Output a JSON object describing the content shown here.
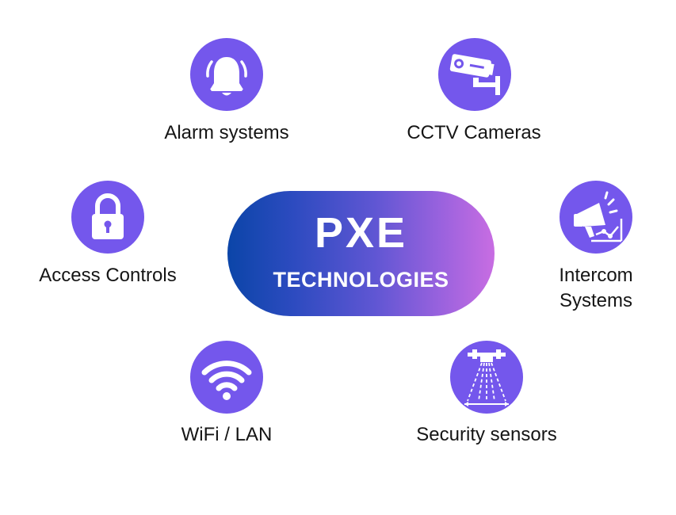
{
  "center": {
    "title": "PXE",
    "subtitle": "TECHNOLOGIES"
  },
  "nodes": [
    {
      "icon": "bell-icon",
      "label": "Alarm systems"
    },
    {
      "icon": "cctv-camera-icon",
      "label": "CCTV Cameras"
    },
    {
      "icon": "padlock-icon",
      "label": "Access Controls"
    },
    {
      "icon": "megaphone-icon",
      "label_line1": "Intercom",
      "label_line2": "Systems"
    },
    {
      "icon": "wifi-icon",
      "label": "WiFi / LAN"
    },
    {
      "icon": "motion-sensor-icon",
      "label": "Security sensors"
    }
  ],
  "colors": {
    "icon_circle": "#7457ec",
    "gradient_start": "#0b45a8",
    "gradient_end": "#c86de2"
  }
}
